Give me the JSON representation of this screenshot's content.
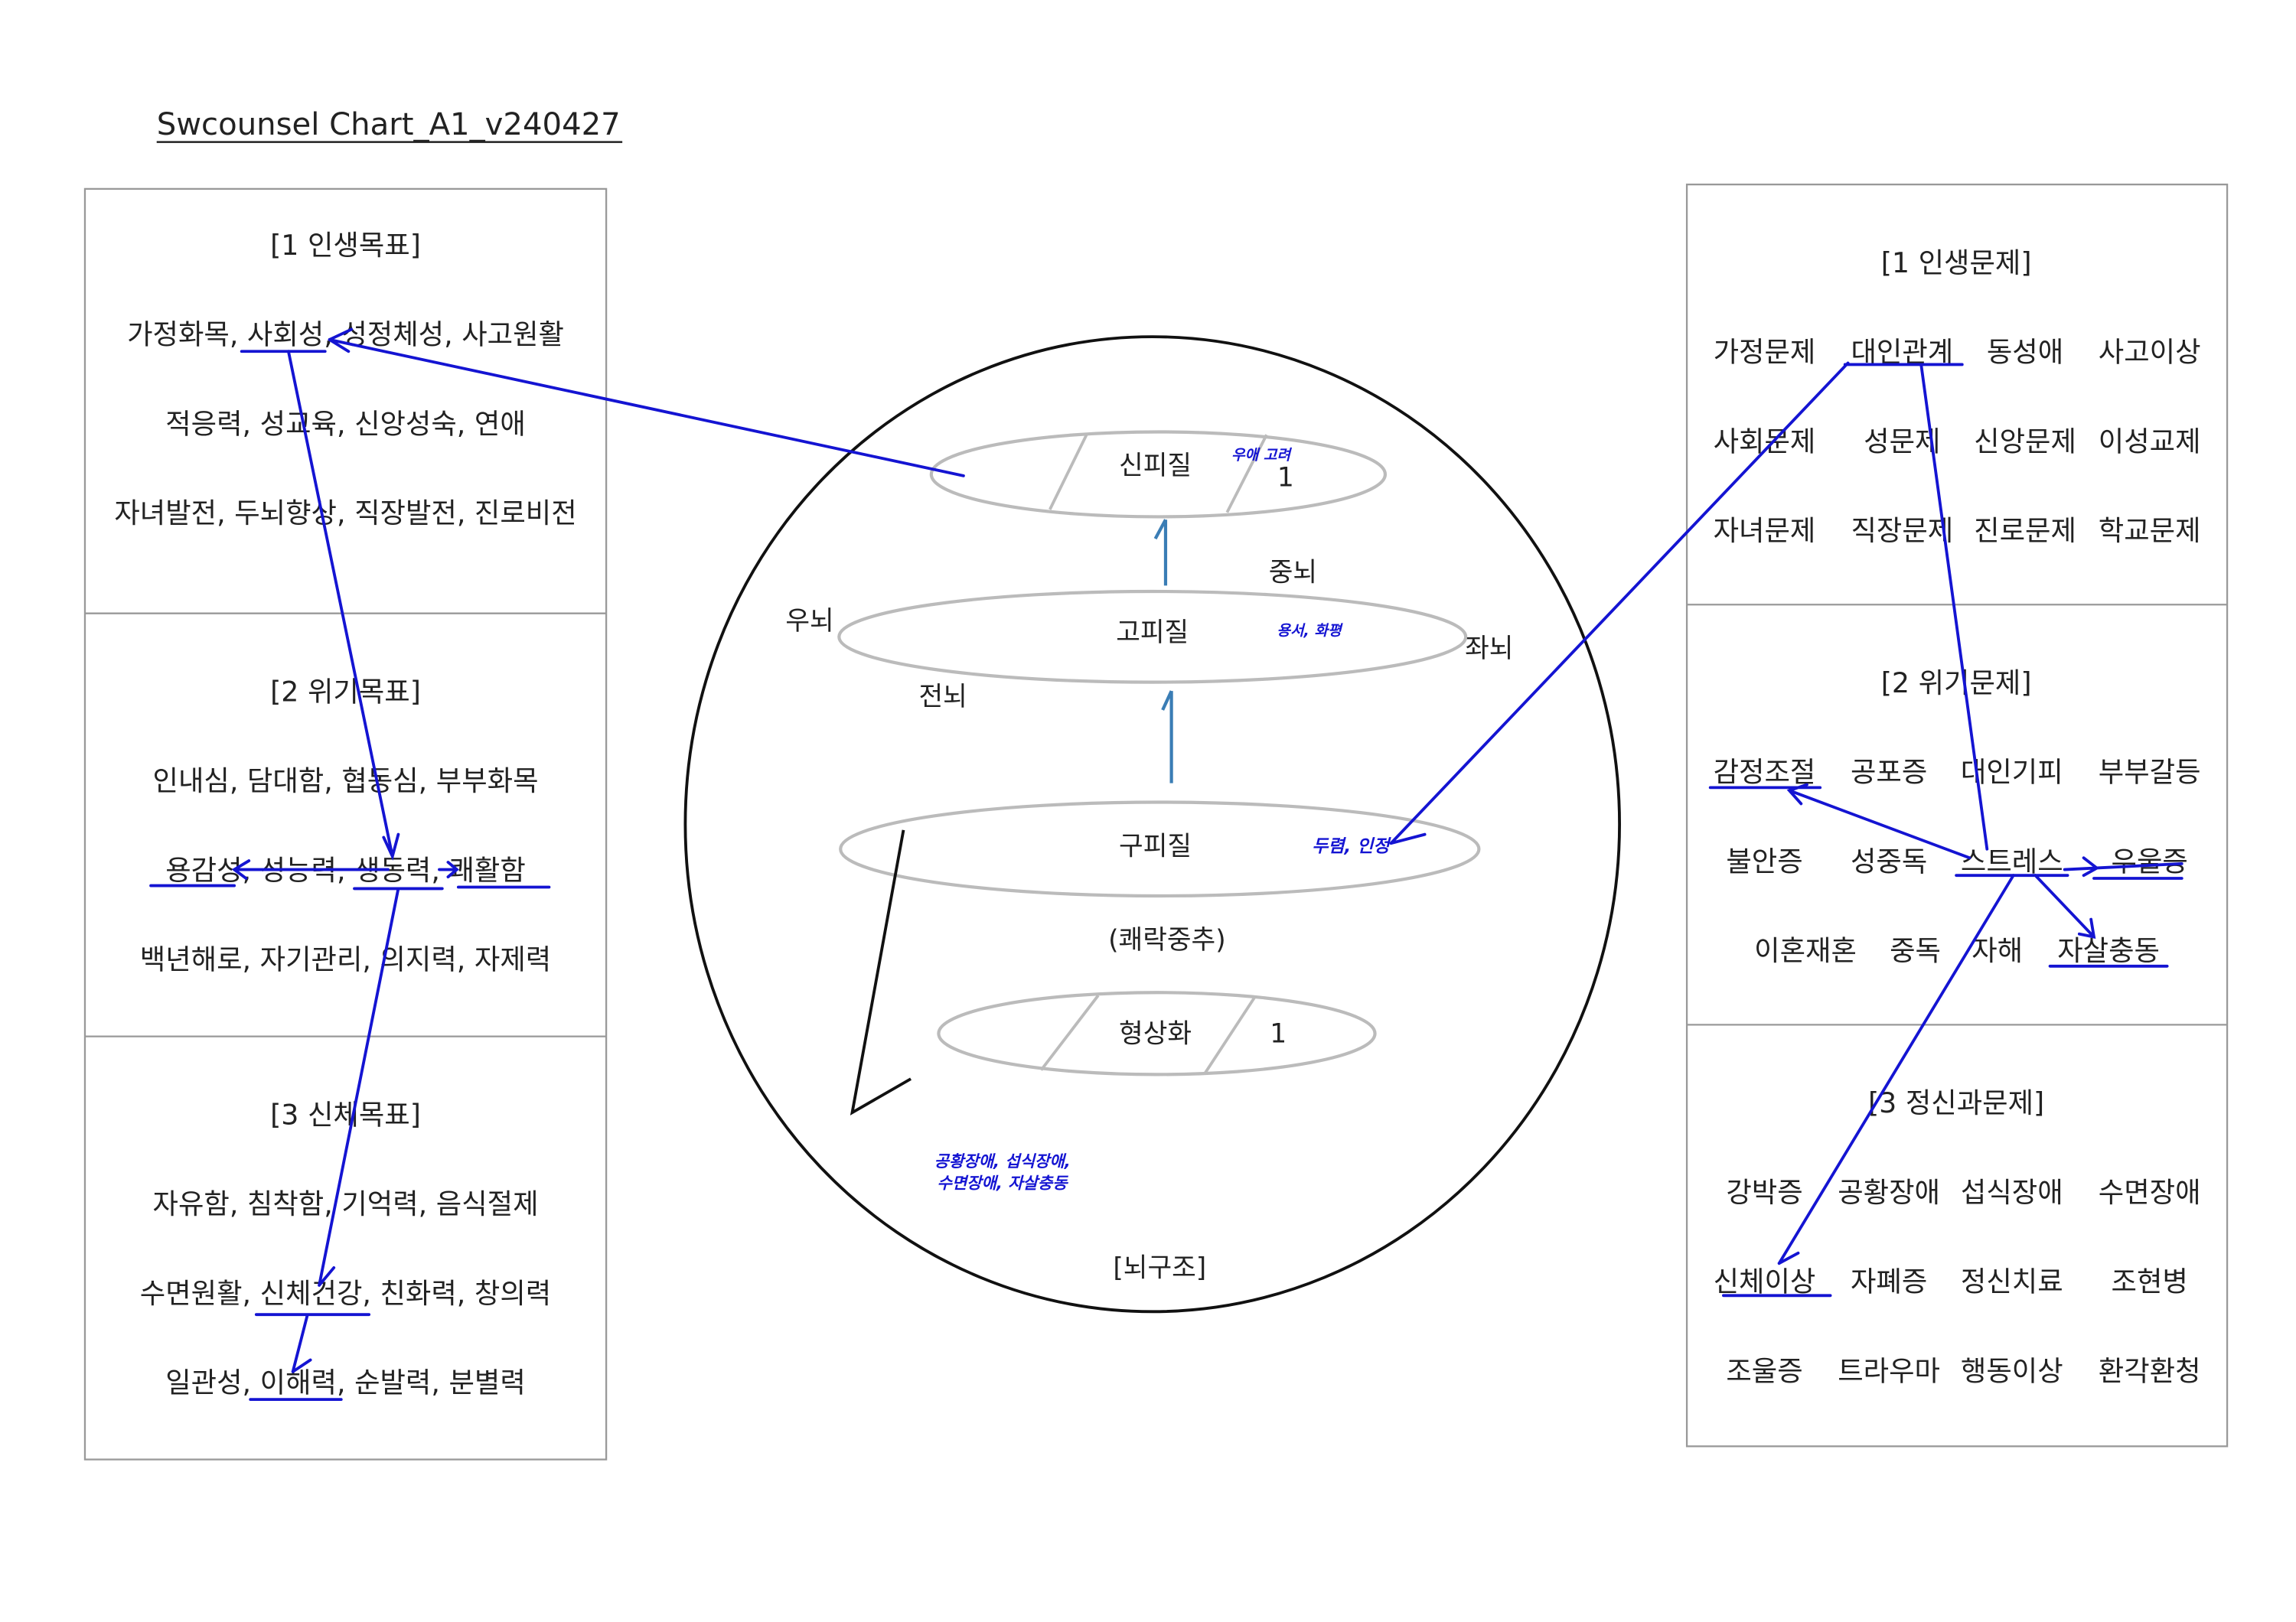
{
  "title": "Swcounsel Chart_A1_v240427",
  "left_panel": {
    "sections": [
      {
        "title": "[1 인생목표]",
        "lines": [
          "가정화목, 사회성, 성정체성, 사고원활",
          "적응력, 성교육, 신앙성숙, 연애",
          "자녀발전, 두뇌향상, 직장발전, 진로비전"
        ]
      },
      {
        "title": "[2 위기목표]",
        "lines": [
          "인내심, 담대함, 협동심, 부부화목",
          "용감성, 성능력, 생동력, 쾌활함",
          "백년해로, 자기관리, 의지력, 자제력"
        ]
      },
      {
        "title": "[3 신체목표]",
        "lines": [
          "자유함, 침착함, 기억력, 음식절제",
          "수면원활, 신체건강, 친화력, 창의력",
          "일관성, 이해력, 순발력, 분별력"
        ]
      }
    ]
  },
  "right_panel": {
    "sections": [
      {
        "title": "[1 인생문제]",
        "rows": [
          [
            "가정문제",
            "대인관계",
            "동성애",
            "사고이상"
          ],
          [
            "사회문제",
            "성문제",
            "신앙문제",
            "이성교제"
          ],
          [
            "자녀문제",
            "직장문제",
            "진로문제",
            "학교문제"
          ]
        ]
      },
      {
        "title": "[2 위기문제]",
        "rows": [
          [
            "감정조절",
            "공포증",
            "대인기피",
            "부부갈등"
          ],
          [
            "불안증",
            "성중독",
            "스트레스",
            "우울증"
          ],
          [
            "이혼재혼",
            "중독",
            "자해",
            "자살충동"
          ]
        ]
      },
      {
        "title": "[3 정신과문제]",
        "rows": [
          [
            "강박증",
            "공황장애",
            "섭식장애",
            "수면장애"
          ],
          [
            "신체이상",
            "자폐증",
            "정신치료",
            "조현병"
          ],
          [
            "조울증",
            "트라우마",
            "행동이상",
            "환각환청"
          ]
        ]
      }
    ]
  },
  "brain": {
    "title": "[뇌구조]",
    "neocortex": "신피질",
    "neocortex_num": "1",
    "midbrain": "중뇌",
    "right_brain": "우뇌",
    "paleocortex": "고피질",
    "left_brain": "좌뇌",
    "forebrain": "전뇌",
    "archicortex": "구피질",
    "pleasure_center": "(쾌락중추)",
    "visualization": "형상화",
    "visualization_num": "1"
  },
  "handwritten": {
    "neocortex_note": "우애 고려",
    "paleocortex_note": "용서, 화평",
    "archicortex_note": "두렴, 인정",
    "bottom_note_line1": "공황장애, 섭식장애,",
    "bottom_note_line2": "수면장애, 자살충동"
  },
  "colors": {
    "pen": "#1414d2",
    "arrow": "#3a7db5"
  }
}
